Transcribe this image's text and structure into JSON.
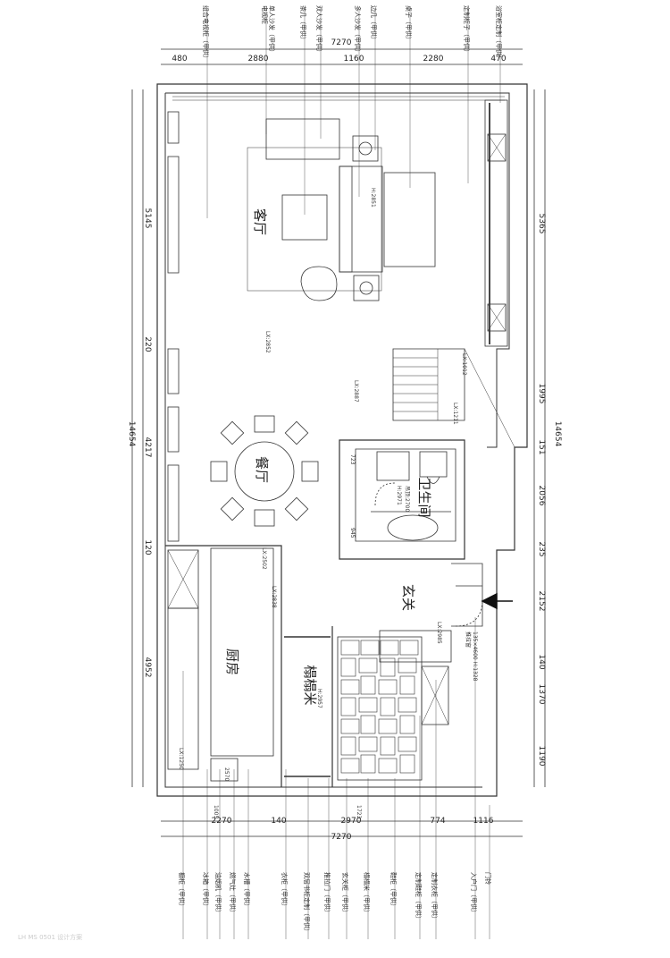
{
  "dimensions": {
    "total_top": "7270",
    "total_bottom": "7270",
    "top_segments": [
      "480",
      "2880",
      "1160",
      "2280",
      "470"
    ],
    "bottom_segments": [
      "2270",
      "140",
      "2970",
      "774",
      "1116"
    ],
    "left_total": "14654",
    "right_total": "14654",
    "left_segments": [
      "5145",
      "220",
      "4217",
      "120",
      "4952"
    ],
    "right_segments": [
      "5365",
      "1995",
      "151",
      "2056",
      "235",
      "2152",
      "140",
      "1370",
      "1190"
    ]
  },
  "rooms": {
    "living": "客厅",
    "dining": "餐厅",
    "bathroom": "卫生间",
    "entry": "玄关",
    "kitchen": "厨房",
    "tatami": "榻榻米"
  },
  "top_labels": [
    "组合电视柜（甲供）",
    "电视柜",
    "单人沙发（甲供）",
    "茶几（甲供）",
    "双人沙发（甲供）",
    "多人沙发（甲供）",
    "边几（甲供）",
    "桌子（甲供）",
    "定制柜子（甲供）",
    "浴室柜定制（甲供）"
  ],
  "bottom_labels": [
    "橱柜（甲供）",
    "冰箱（甲供）",
    "油烟机（甲供）",
    "燃气灶（甲供）",
    "水槽（甲供）",
    "衣柜（甲供）",
    "双层书柜定制（甲供）",
    "推拉门（甲供）",
    "玄关柜（甲供）",
    "榻榻米（甲供）",
    "鞋柜（甲供）",
    "定制鞋柜（甲供）",
    "定制衣柜（甲供）",
    "入户门（甲供）",
    "门铃"
  ],
  "annotations": {
    "living_window": "LX:2852",
    "stair_a": "LX:1012",
    "stair_b": "LX:1211",
    "dining_window": "LX:2887",
    "bath_dim_1": "723",
    "bath_dim_2": "945",
    "bath_note": "H:2971",
    "bath_ceiling": "吊顶:2700",
    "kitchen_a": "LX:2502",
    "kitchen_b": "LX:2838",
    "kitchen_c": "LX:1250",
    "sofa_note": "H:2851",
    "tatami_note": "H:2957",
    "entry_note": "LX:2985",
    "entry_window": "推拉窗",
    "entry_height": "135×4600 H:1328",
    "shoe_note": "1723",
    "kitchen_mark": "1005",
    "fridge_mark": "2570"
  },
  "watermark": "LH MS 0501 设计方案"
}
